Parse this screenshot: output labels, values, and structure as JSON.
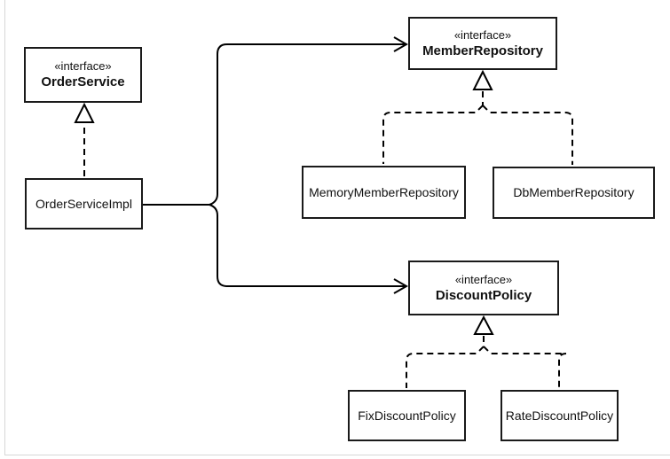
{
  "diagram": {
    "kind": "uml-class-diagram",
    "stereotype_text": "«interface»",
    "nodes": [
      {
        "id": "order-service",
        "stereotype": "«interface»",
        "name": "OrderService",
        "kind": "interface"
      },
      {
        "id": "order-service-impl",
        "name": "OrderServiceImpl",
        "kind": "class"
      },
      {
        "id": "member-repository",
        "stereotype": "«interface»",
        "name": "MemberRepository",
        "kind": "interface"
      },
      {
        "id": "memory-member-repository",
        "name": "MemoryMemberRepository",
        "kind": "class"
      },
      {
        "id": "db-member-repository",
        "name": "DbMemberRepository",
        "kind": "class"
      },
      {
        "id": "discount-policy",
        "stereotype": "«interface»",
        "name": "DiscountPolicy",
        "kind": "interface"
      },
      {
        "id": "fix-discount-policy",
        "name": "FixDiscountPolicy",
        "kind": "class"
      },
      {
        "id": "rate-discount-policy",
        "name": "RateDiscountPolicy",
        "kind": "class"
      }
    ],
    "relations": [
      {
        "from": "OrderServiceImpl",
        "to": "OrderService",
        "type": "realization"
      },
      {
        "from": "OrderServiceImpl",
        "to": "MemberRepository",
        "type": "dependency"
      },
      {
        "from": "OrderServiceImpl",
        "to": "DiscountPolicy",
        "type": "dependency"
      },
      {
        "from": "MemoryMemberRepository",
        "to": "MemberRepository",
        "type": "realization"
      },
      {
        "from": "DbMemberRepository",
        "to": "MemberRepository",
        "type": "realization"
      },
      {
        "from": "FixDiscountPolicy",
        "to": "DiscountPolicy",
        "type": "realization"
      },
      {
        "from": "RateDiscountPolicy",
        "to": "DiscountPolicy",
        "type": "realization"
      }
    ],
    "colors": {
      "line": "#000000",
      "box_border": "#1a1a1a",
      "background": "#ffffff",
      "frame_border": "#d6d6d6"
    }
  }
}
